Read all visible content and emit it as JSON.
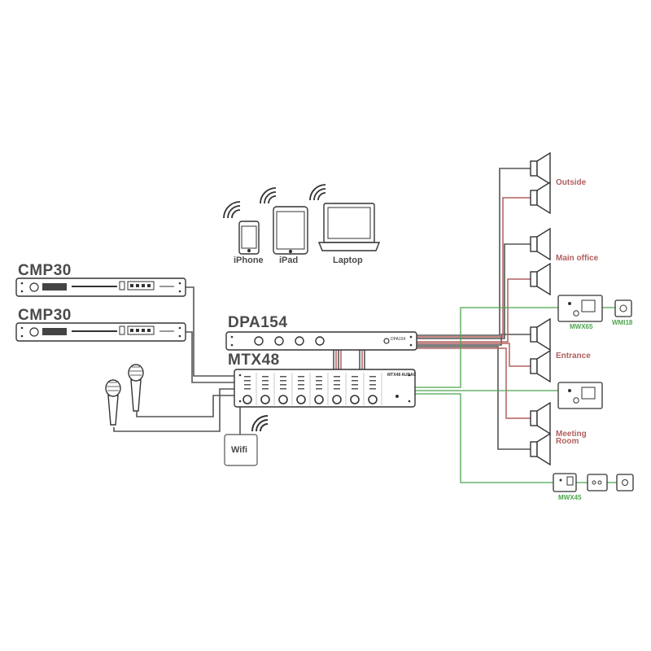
{
  "devices": {
    "cmp30_top": "CMP30",
    "cmp30_bottom": "CMP30",
    "dpa154": "DPA154",
    "mtx48": "MTX48",
    "dpa_panel_text": "DPA154",
    "mtx_panel_text": "MTX48 AUDAC"
  },
  "mobile": {
    "iphone": "iPhone",
    "ipad": "iPad",
    "laptop": "Laptop"
  },
  "wifi_box": "Wifi",
  "zones": {
    "outside": "Outside",
    "main_office": "Main office",
    "entrance": "Entrance",
    "meeting_room_line1": "Meeting",
    "meeting_room_line2": "Room"
  },
  "wall_panels": {
    "mwx65": "MWX65",
    "wmi18": "WMI18",
    "mwx45": "MWX45"
  },
  "colors": {
    "speaker_cable": "#b0605e",
    "control_cable": "#4ea54e",
    "audio_cable": "#555555",
    "device_outline": "#333333",
    "title_gray": "#4a4a4a"
  }
}
